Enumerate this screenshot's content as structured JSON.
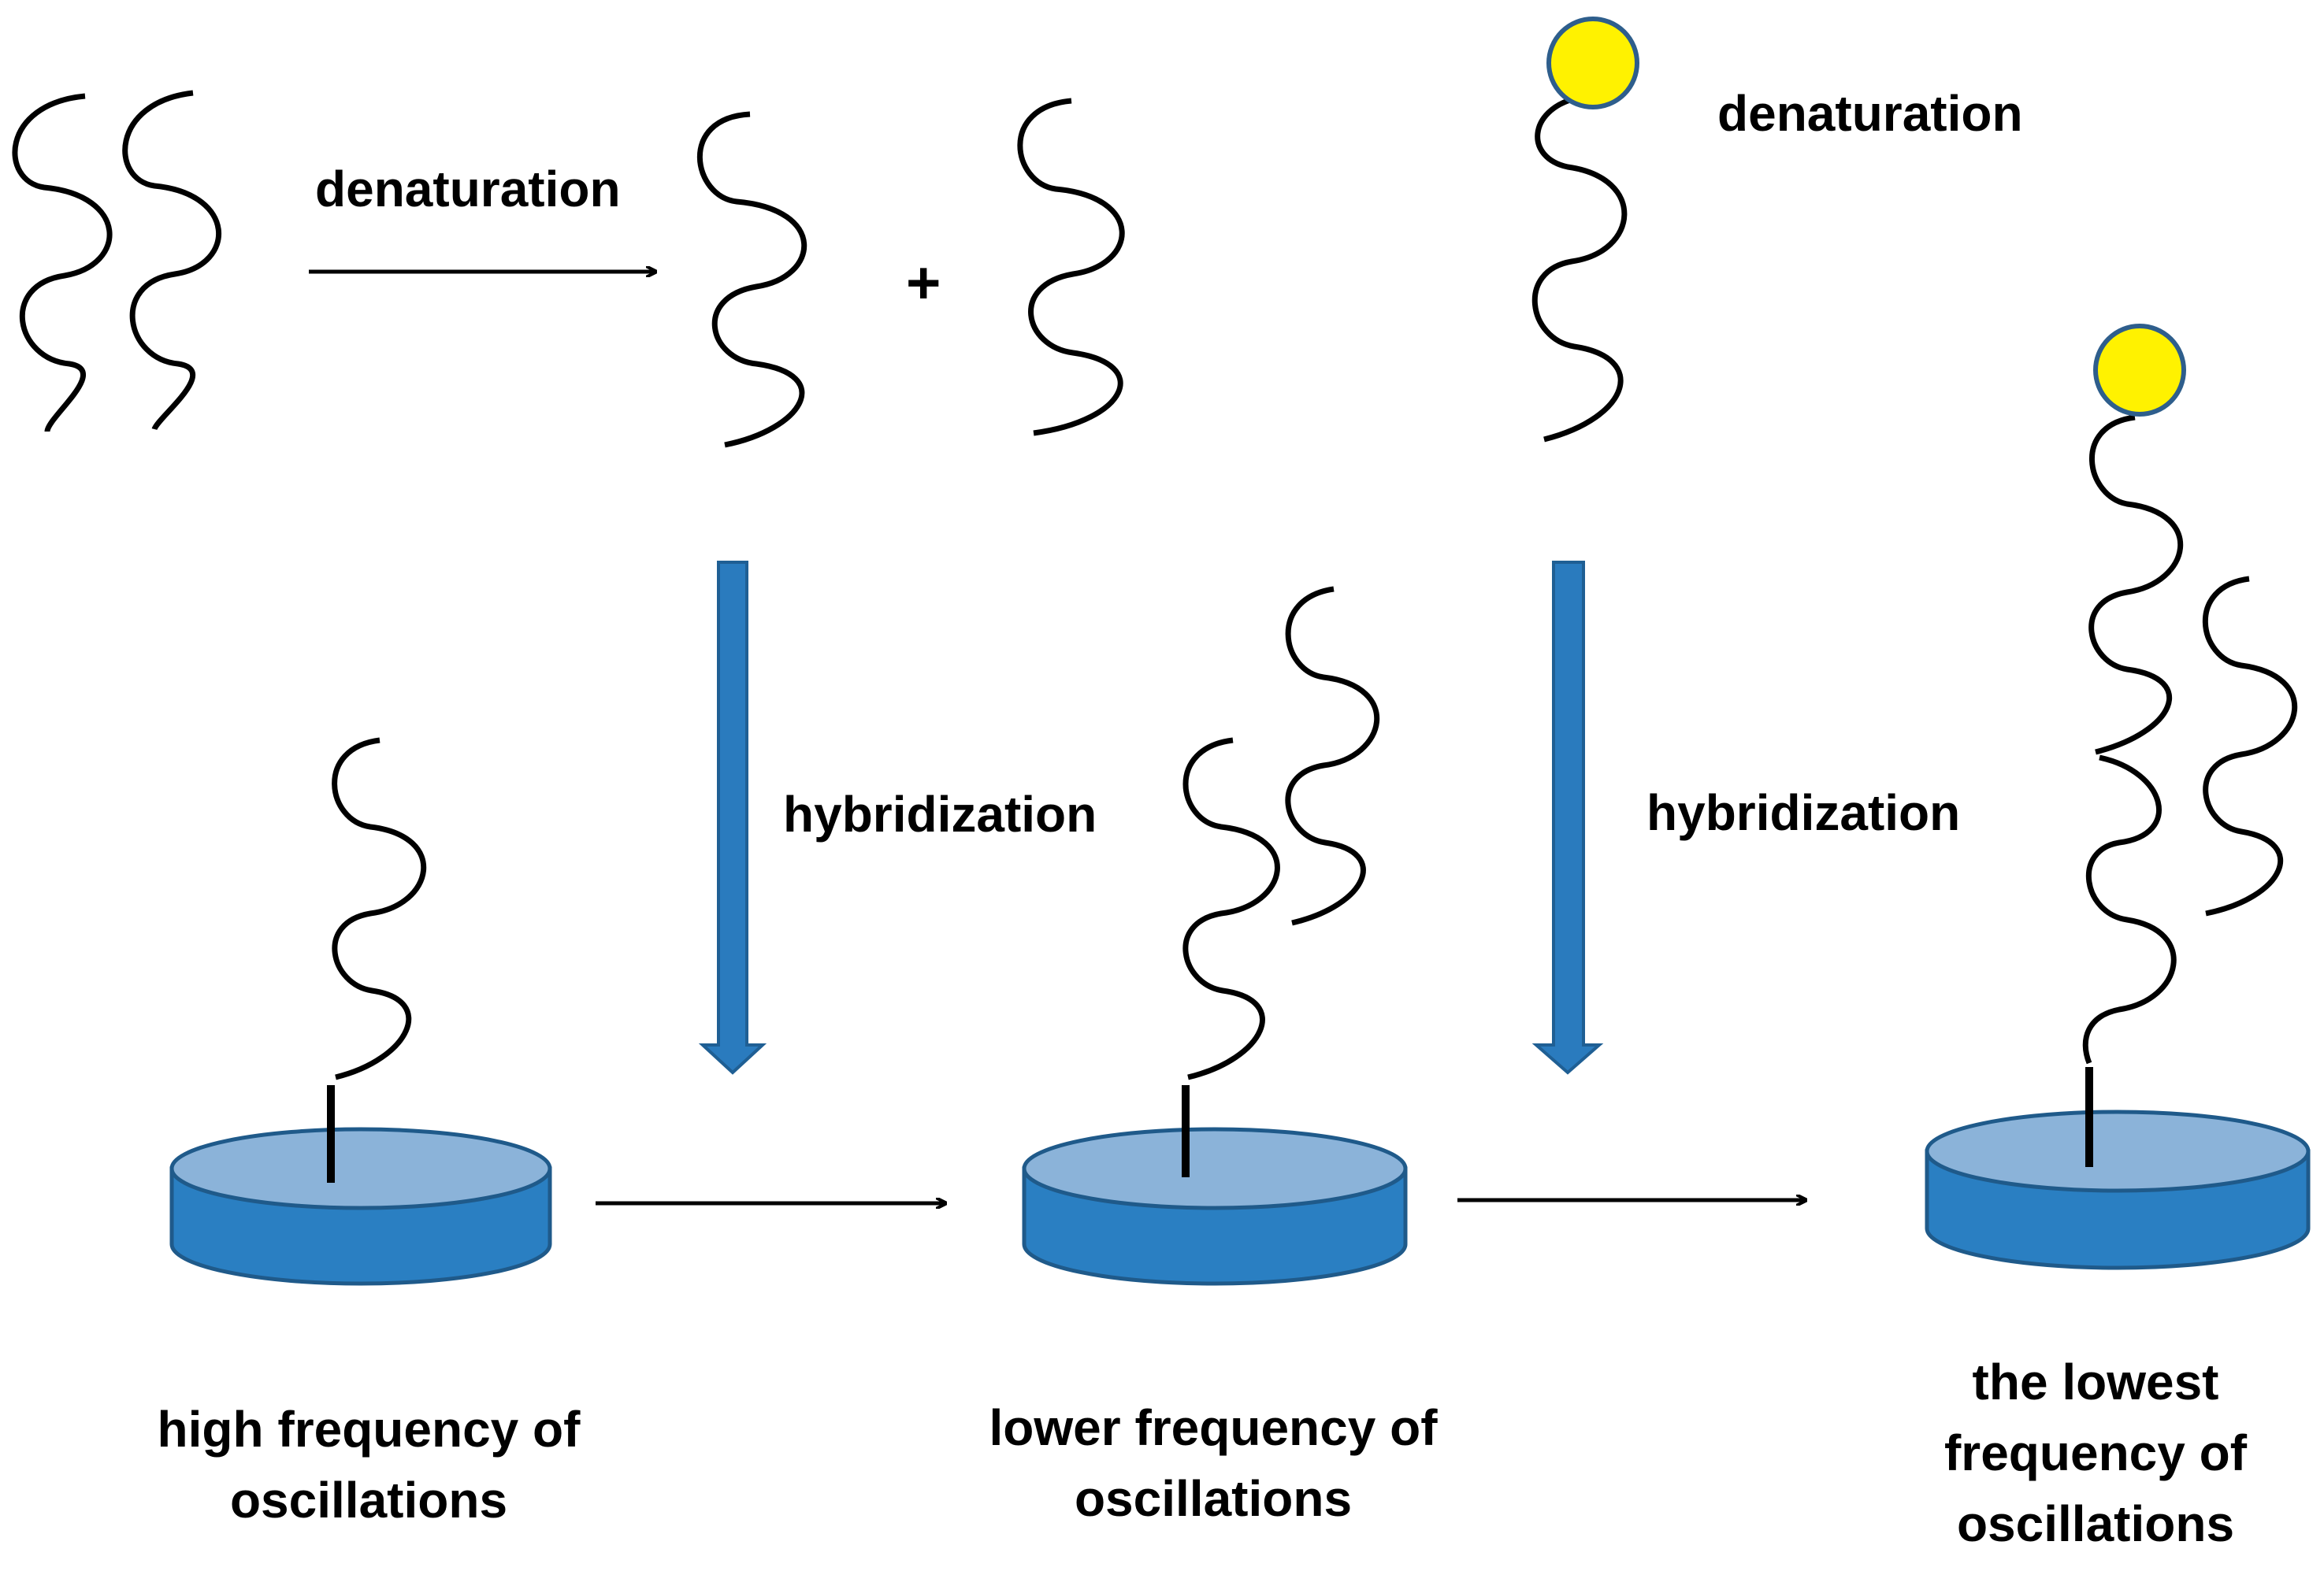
{
  "labels": {
    "denaturation_1": "denaturation",
    "plus": "+",
    "denaturation_2": "denaturation",
    "hybridization_1": "hybridization",
    "hybridization_2": "hybridization"
  },
  "captions": {
    "high": [
      "high frequency of",
      "oscillations"
    ],
    "lower": [
      "lower frequency of",
      "oscillations"
    ],
    "lowest": [
      "the lowest",
      "frequency of",
      "oscillations"
    ]
  },
  "colors": {
    "strand": "#000000",
    "arrow_blue": "#2A7BBE",
    "arrow_blue_stroke": "#1F5F94",
    "disk_top": "#8BB3D9",
    "disk_side": "#2A7FC2",
    "disk_stroke": "#1F5A8A",
    "label_bead": "#FFF200",
    "label_bead_stroke": "#2E5E8C"
  },
  "icons": {
    "dna_strand": "wavy-line",
    "sensor": "crystal-disk",
    "label": "yellow-bead"
  }
}
